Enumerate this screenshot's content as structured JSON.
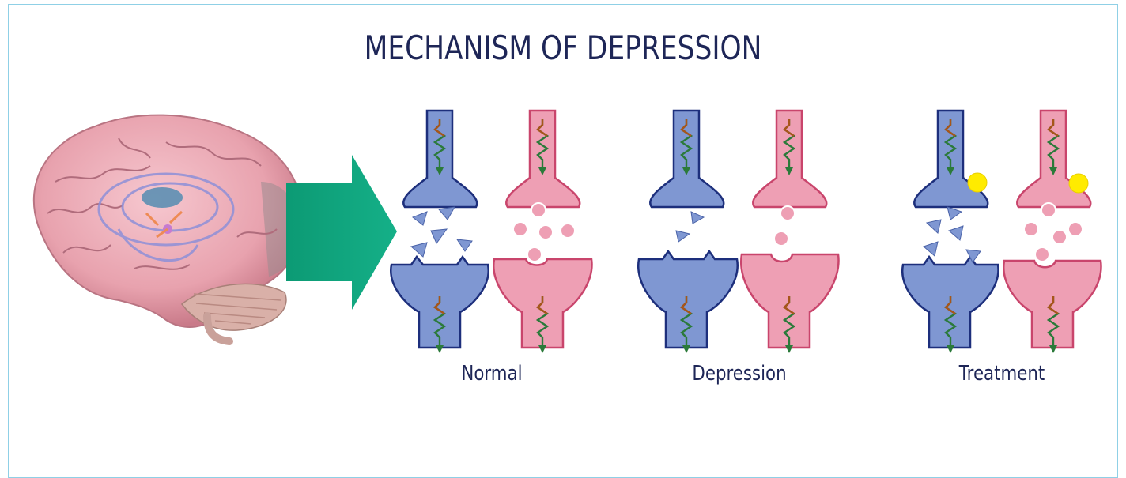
{
  "title": "MECHANISM OF DEPRESSION",
  "panels": [
    {
      "label": "Normal"
    },
    {
      "label": "Depression"
    },
    {
      "label": "Treatment"
    }
  ],
  "colors": {
    "title": "#1e2657",
    "blue_neuron": "#7f97d2",
    "blue_outline": "#1d2f7c",
    "pink_neuron": "#ee9fb4",
    "pink_outline": "#c9456c",
    "arrow": "#0ea27a",
    "drug": "#ffeb00",
    "frame": "#8fd0e6"
  }
}
